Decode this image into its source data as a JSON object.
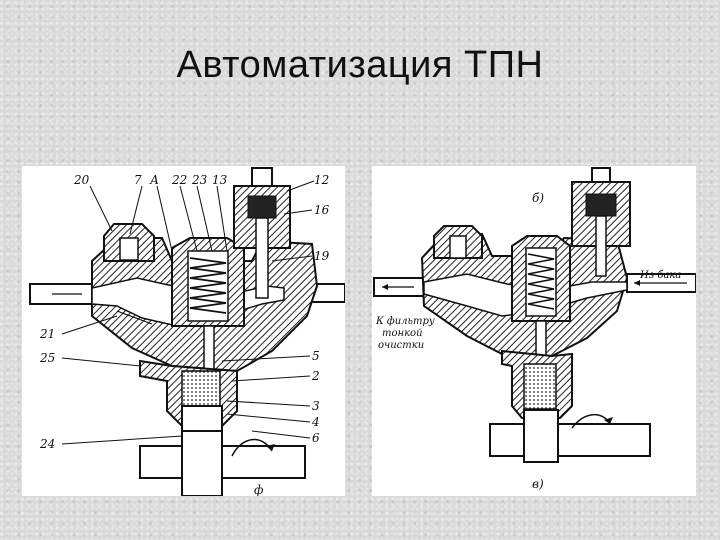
{
  "slide": {
    "title": "Автоматизация ТПН"
  },
  "left_diagram": {
    "labels": [
      "20",
      "7",
      "А",
      "22",
      "23",
      "13",
      "12",
      "16",
      "19",
      "21",
      "25",
      "5",
      "2",
      "3",
      "4",
      "6",
      "24",
      "ф"
    ]
  },
  "right_diagram": {
    "labels": [
      "б)",
      "Из бака",
      "К фильтру",
      "тонкой",
      "очистки",
      "в)"
    ]
  }
}
